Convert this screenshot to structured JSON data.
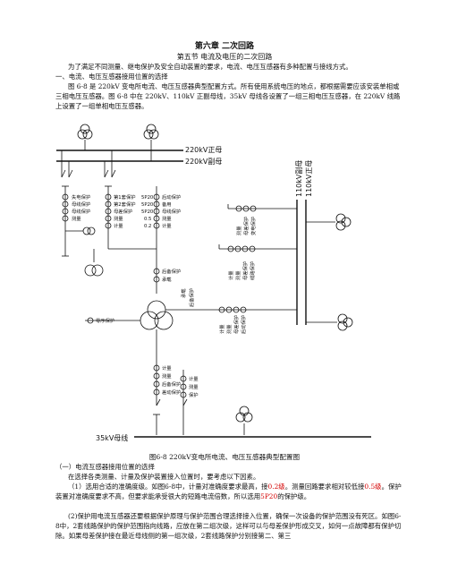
{
  "chapter_title": "第六章 二次回路",
  "section_title": "第五节 电流及电压的二次回路",
  "intro": "为了满足不同测量、继电保护及安全自动装置的要求，电流、电压互感器有多种配置与接线方式。",
  "heading1": "一、电流、电压互感器接用位置的选择",
  "para1": "图 6-8 是 220kV 变电所电流、电压互感器典型配置方式。所有使用系统电压的地点，都根据需要应该安装单相或三相电压互感器。图 6-8 中在 220kV、110kV 正副母线，35kV 母线各设置了一组三相电压互感器，在 220kV 线路上设置了一组单相电压互感器。",
  "diagram": {
    "bus_220_main": "220kV正母",
    "bus_220_aux": "220kV副母",
    "bus_110_aux": "110kV副母",
    "bus_110_main": "110kV正母",
    "bus_35": "35kV母线",
    "line_ct_labels": [
      "失电保护",
      "母线保护",
      "母线保护",
      "测量"
    ],
    "tx_ct_left_labels": [
      "第1套保护",
      "第2套保护",
      "母差保护",
      "测量",
      "计量"
    ],
    "tx_ct_class": [
      "5P20",
      "5P20",
      "5P20",
      "0.5",
      "0.2"
    ],
    "tx_ct_right_labels": [
      "后动保护",
      "备用",
      "母线保护",
      "测量",
      "计量"
    ],
    "neutral_ct_labels": [
      "后备保护",
      "承载"
    ],
    "bus110_upper_labels": [
      "测量",
      "母差保护",
      "变电保护"
    ],
    "bus110_mid_labels": [
      "计量",
      "测量",
      "母差保护",
      "线路保护"
    ],
    "bus110_lower_labels": [
      "计量",
      "测量",
      "母差保护",
      "后动保护"
    ],
    "small_vert_labels": [
      "承载",
      "后备保护"
    ],
    "zero_seq_label": "零序保护",
    "tx35_left_labels": [
      "计量",
      "测量",
      "后备保护",
      "差动保护"
    ],
    "tx35_right_labels": [
      "计量",
      "测量",
      "保护"
    ]
  },
  "caption": "图6-8 220kV变电所电流、电压互感器典型配置图",
  "heading2": "（一）电流互感器接用位置的选择",
  "para2": "在选择各类测量、计量及保护装置接入位置时，要考虑以下因素。",
  "para3_a": "（1）选用合适的准确度级。如图6-8中，计量对准确度要求最高，接",
  "para3_red1": "0.2级",
  "para3_b": "。测量回路要求相对较低接",
  "para3_red2": "0.5级",
  "para3_c": "。保护装置对准确度要求不高，但要求能承受很大的短路电流倍数，所以选用",
  "para3_red3": "5P20",
  "para3_d": "的保护级。",
  "para4": "(2)保护用电流互感器还要根据保护原理与保护范围合理选择接入位置，确保一次设备的保护范围没有死区。如图6-8中，2套线路保护的保护范围指向线路，应放在第二组次级，这样可以与母差保护形成交叉，如何一点故障都有保护切除。如果母差保护接在最近母线侧的第一组次级，2套线路保护分别接第二、第三"
}
